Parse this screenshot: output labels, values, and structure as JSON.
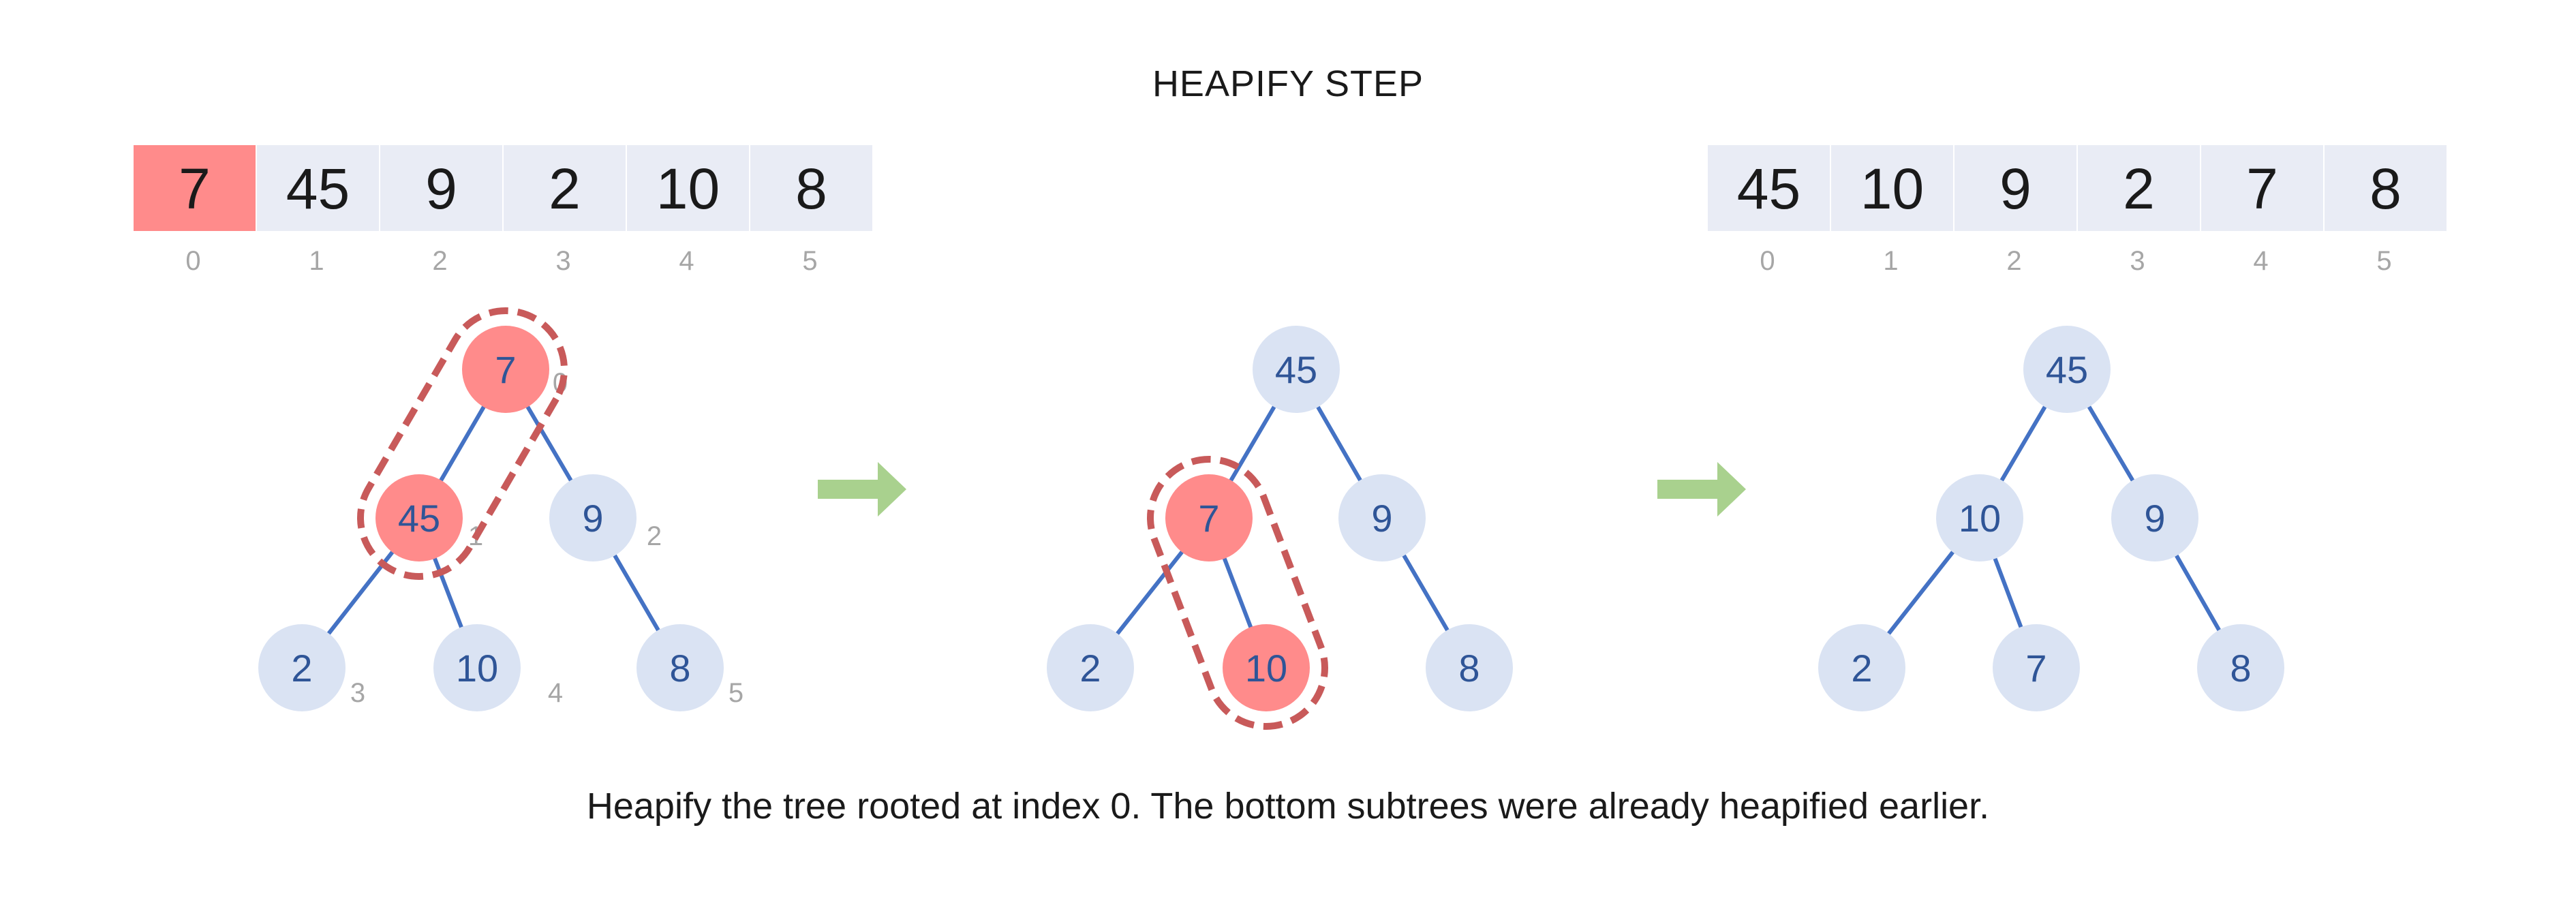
{
  "title": "HEAPIFY STEP",
  "caption": "Heapify the tree rooted at index 0. The bottom subtrees were already heapified earlier.",
  "colors": {
    "node_fill": "#dae3f3",
    "node_text": "#2f5597",
    "highlight_fill": "#ff8b8b",
    "edge": "#4472c4",
    "dash_outline": "#c85a5a",
    "cell_fill": "#e9ecf5",
    "cell_highlight": "#ff8b8b",
    "index_text": "#a6a6a6",
    "arrow": "#a9d18e"
  },
  "arrays": {
    "left": {
      "cells": [
        "7",
        "45",
        "9",
        "2",
        "10",
        "8"
      ],
      "indices": [
        "0",
        "1",
        "2",
        "3",
        "4",
        "5"
      ],
      "highlighted": [
        0
      ]
    },
    "right": {
      "cells": [
        "45",
        "10",
        "9",
        "2",
        "7",
        "8"
      ],
      "indices": [
        "0",
        "1",
        "2",
        "3",
        "4",
        "5"
      ],
      "highlighted": []
    }
  },
  "trees": [
    {
      "name": "before",
      "nodes": [
        "7",
        "45",
        "9",
        "2",
        "10",
        "8"
      ],
      "index_labels": [
        "0",
        "1",
        "2",
        "3",
        "4",
        "5"
      ],
      "highlighted": [
        0,
        1
      ],
      "outline_pair": [
        0,
        1
      ]
    },
    {
      "name": "swap-1",
      "nodes": [
        "45",
        "7",
        "9",
        "2",
        "10",
        "8"
      ],
      "index_labels": [],
      "highlighted": [
        1,
        4
      ],
      "outline_pair": [
        1,
        4
      ]
    },
    {
      "name": "after",
      "nodes": [
        "45",
        "10",
        "9",
        "2",
        "7",
        "8"
      ],
      "index_labels": [],
      "highlighted": [],
      "outline_pair": null
    }
  ],
  "arrows": [
    "arrow-right-icon",
    "arrow-right-icon"
  ]
}
